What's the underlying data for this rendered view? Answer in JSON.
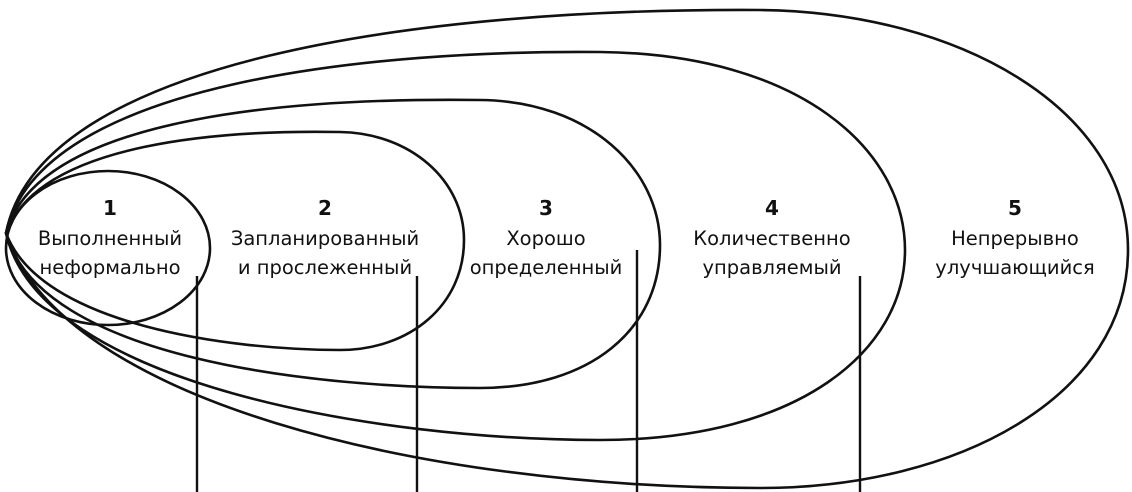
{
  "diagram": {
    "levels": [
      {
        "number": "1",
        "lines": [
          "Выполненный",
          "неформально"
        ]
      },
      {
        "number": "2",
        "lines": [
          "Запланированный",
          "и прослеженный"
        ]
      },
      {
        "number": "3",
        "lines": [
          "Хорошо",
          "определенный"
        ]
      },
      {
        "number": "4",
        "lines": [
          "Количественно",
          "управляемый"
        ]
      },
      {
        "number": "5",
        "lines": [
          "Непрерывно",
          "улучшающийся"
        ]
      }
    ],
    "stroke_color": "#111111",
    "background_color": "#ffffff"
  }
}
